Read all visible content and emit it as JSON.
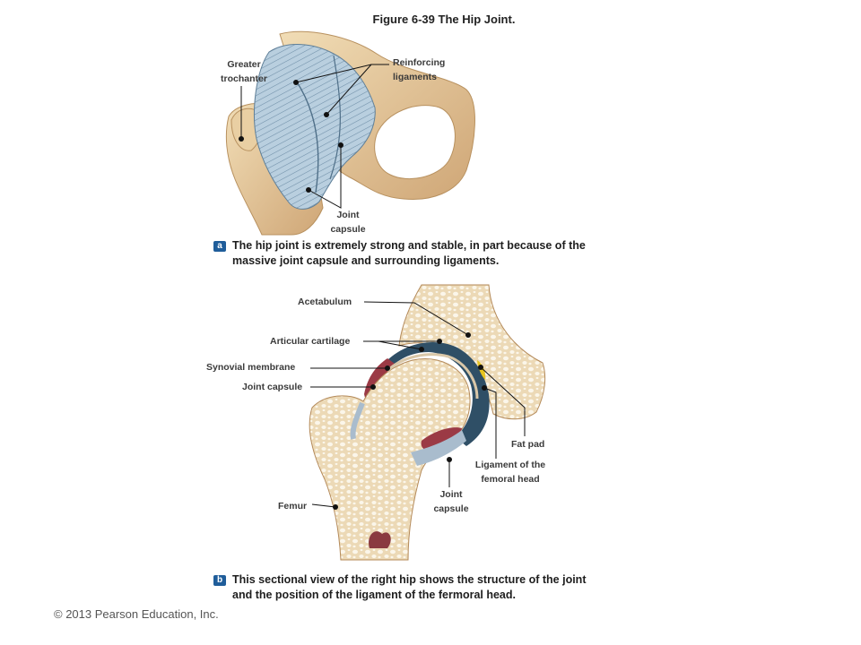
{
  "title": "Figure 6-39  The Hip Joint.",
  "panel_a": {
    "badge": "a",
    "caption": "The hip joint is extremely strong and stable, in part because of the massive joint capsule and surrounding ligaments.",
    "labels": {
      "greater_trochanter": "Greater trochanter",
      "reinforcing_ligaments": "Reinforcing ligaments",
      "joint_capsule": "Joint capsule"
    }
  },
  "panel_b": {
    "badge": "b",
    "caption": "This sectional view of the right hip shows the structure of the joint and the position of the ligament of the fermoral head.",
    "labels": {
      "acetabulum": "Acetabulum",
      "articular_cartilage": "Articular  cartilage",
      "synovial_membrane": "Synovial  membrane",
      "joint_capsule_left": "Joint capsule",
      "fat_pad": "Fat pad",
      "ligament_femoral_head": "Ligament of the femoral head",
      "joint_capsule_bottom": "Joint capsule",
      "femur": "Femur"
    }
  },
  "copyright": "© 2013 Pearson Education, Inc."
}
